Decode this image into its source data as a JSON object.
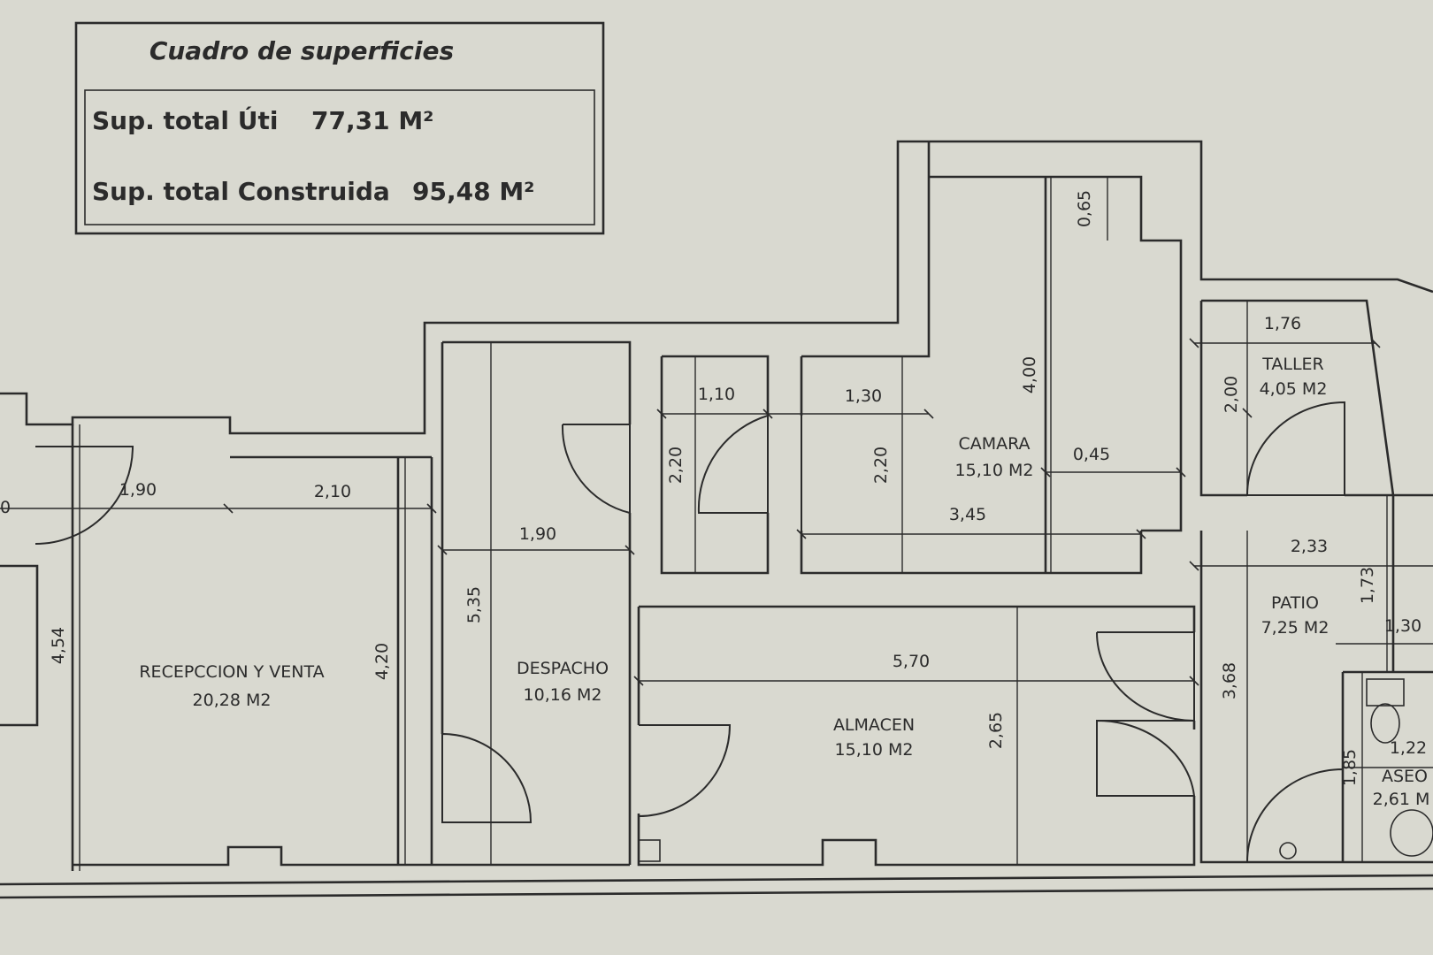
{
  "surfaces_table": {
    "title": "Cuadro de superficies",
    "useful_label": "Sup. total Úti",
    "useful_value": "77,31 M²",
    "built_label": "Sup. total Construida",
    "built_value": "95,48 M²"
  },
  "rooms": {
    "recepcion": {
      "name": "RECEPCCION Y VENTA",
      "area": "20,28 M2"
    },
    "despacho": {
      "name": "DESPACHO",
      "area": "10,16 M2"
    },
    "almacen": {
      "name": "ALMACEN",
      "area": "15,10 M2"
    },
    "camara": {
      "name": "CAMARA",
      "area": "15,10 M2"
    },
    "taller": {
      "name": "TALLER",
      "area": "4,05 M2"
    },
    "patio": {
      "name": "PATIO",
      "area": "7,25 M2"
    },
    "aseo": {
      "name": "ASEO",
      "area": "2,61 M"
    }
  },
  "dimensions": {
    "d_090": "0",
    "d_190a": "1,90",
    "d_210": "2,10",
    "d_454": "4,54",
    "d_420": "4,20",
    "d_190b": "1,90",
    "d_535": "5,35",
    "d_110": "1,10",
    "d_220a": "2,20",
    "d_130a": "1,30",
    "d_220b": "2,20",
    "d_400": "4,00",
    "d_065": "0,65",
    "d_045": "0,45",
    "d_345": "3,45",
    "d_570": "5,70",
    "d_265": "2,65",
    "d_176": "1,76",
    "d_200": "2,00",
    "d_233": "2,33",
    "d_173": "1,73",
    "d_130b": "1,30",
    "d_368": "3,68",
    "d_122": "1,22",
    "d_185": "1,85"
  }
}
